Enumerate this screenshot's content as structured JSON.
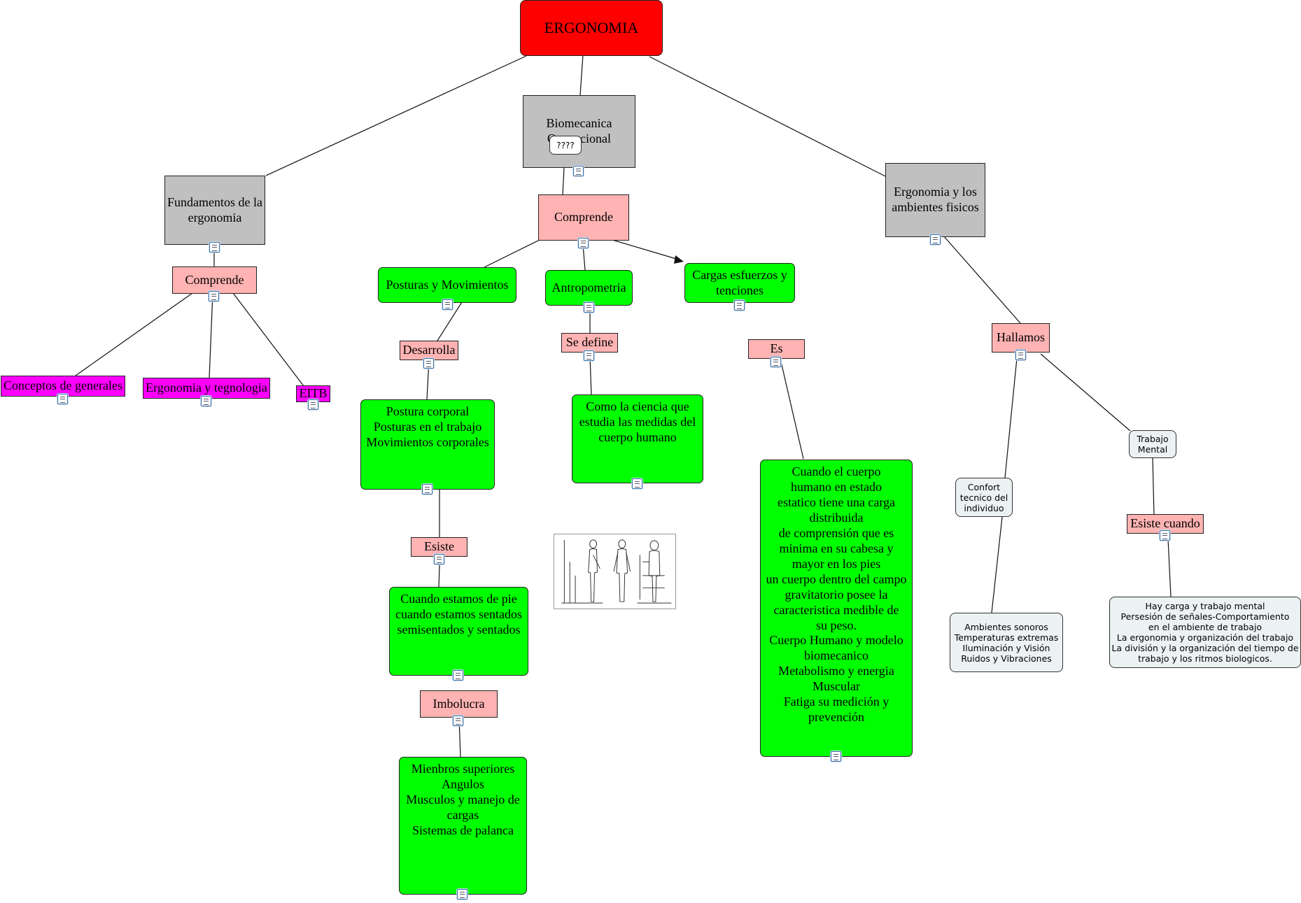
{
  "nodes": {
    "ergonomia": "ERGONOMIA",
    "biomecanica": "Biomecanica\nOcupacional",
    "fundamentos": "Fundamentos de la\nergonomia",
    "ambientes": "Ergonomia y los\nambientes fisicos",
    "comprende_left": "Comprende",
    "comprende_center": "Comprende",
    "conceptos": "Conceptos de generales",
    "tegnologia": "Ergonomia y tegnologia",
    "eitb": "EITB",
    "posturas": "Posturas y Movimientos",
    "antropometria": "Antropometria",
    "cargas": "Cargas esfuerzos y\ntenciones",
    "desarrolla": "Desarrolla",
    "se_define": "Se define",
    "es": "Es",
    "postura_corporal": "Postura corporal\nPosturas en el trabajo\nMovimientos corporales",
    "como_ciencia": "Como la ciencia que\nestudia las medidas del\ncuerpo humano",
    "esiste": "Esiste",
    "cuando_pie": "Cuando estamos de pie\ncuando estamos sentados\nsemisentados y sentados",
    "imbolucra": "Imbolucra",
    "mienbros": "Mienbros superiores\nAngulos\nMusculos y manejo de\ncargas\nSistemas de palanca",
    "cuerpo_humano": "Cuando el cuerpo\nhumano en estado\nestatico tiene una carga\ndistribuida\nde comprensión que es\nminima en su cabesa y\nmayor en los pies\nun cuerpo dentro del campo\ngravitatorio posee la\ncaracteristica medible de\nsu peso.\nCuerpo Humano y modelo\nbiomecanico\nMetabolismo y energia\nMuscular\nFatiga su medición y\nprevención",
    "hallamos": "Hallamos",
    "confort": "Confort\ntecnico del\nindividuo",
    "trabajo_mental": "Trabajo\nMental",
    "esiste_cuando": "Esiste cuando",
    "ambientes_sonoros": "Ambientes sonoros\nTemperaturas extremas\nIluminación y Visión\nRuidos y Vibraciones",
    "hay_carga": "Hay carga y trabajo mental\nPersesión de señales-Comportamiento\nen el ambiente de trabajo\nLa ergonomia y organización del trabajo\nLa división y la organización del tiempo de\ntrabajo y los ritmos biologicos."
  },
  "tooltip": "????",
  "colors": {
    "root": "#ff0000",
    "category": "#c0c0c0",
    "linking_phrase": "#ffb3b3",
    "concept": "#00ff00",
    "topic": "#ff00ff",
    "note": "#ecf1f3"
  },
  "icons": [
    "document-icon",
    "anthropometry-figure-image"
  ]
}
